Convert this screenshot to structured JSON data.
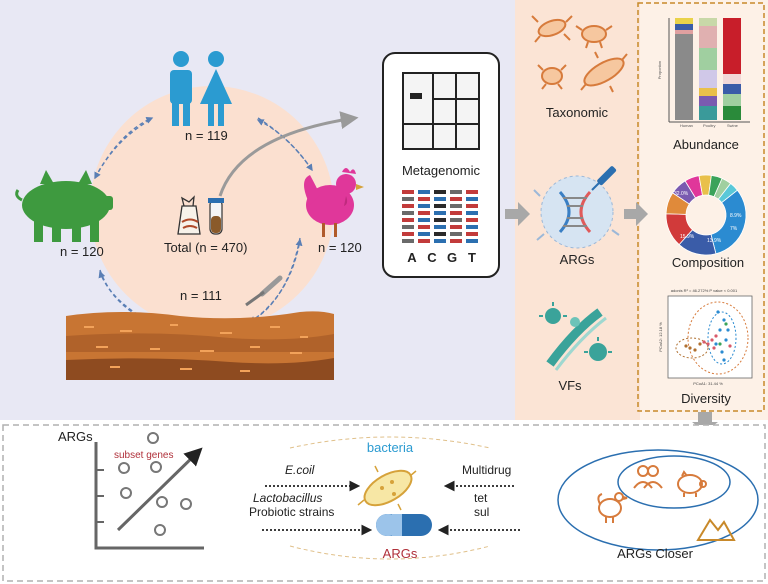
{
  "sources": {
    "humans_count": "n = 119",
    "pig_count": "n = 120",
    "chicken_count": "n = 120",
    "soil_count": "n = 111",
    "total": "Total (n = 470)"
  },
  "sequencing": {
    "label": "Metagenomic",
    "bases": [
      "A",
      "C",
      "G",
      "T"
    ]
  },
  "analyses": {
    "taxonomic": "Taxonomic",
    "args": "ARGs",
    "vfs": "VFs"
  },
  "results": {
    "abundance": "Abundance",
    "composition": "Composition",
    "diversity": "Diversity",
    "pie_labels": [
      "32.0%",
      "15.9%",
      "13.9%",
      "8.9%",
      "7%"
    ],
    "diversity_header": "adonis R² = 46.272%   P value < 0.001",
    "pcoa_x": "PCoA1: 31.44 %",
    "pcoa_y": "PCoA2: 12.18 %"
  },
  "bottom": {
    "args_axis": "ARGs",
    "subset_genes": "subset genes",
    "bacteria": "bacteria",
    "ecoil": "E.coil",
    "lactobacillus": "Lactobacillus",
    "probiotic": "Probiotic strains",
    "args_center": "ARGs",
    "multidrug": "Multidrug",
    "tet": "tet",
    "sul": "sul",
    "args_closer": "ARGs Closer"
  },
  "colors": {
    "human_blue": "#2b9bd1",
    "pig_green": "#3e9a3f",
    "chicken_pink": "#e0379a",
    "bacteria_orange": "#d77b3c",
    "panel_peach": "#fbe4d5",
    "panel_lavender": "#e8e8f4",
    "dashed_gold": "#c8892a"
  }
}
